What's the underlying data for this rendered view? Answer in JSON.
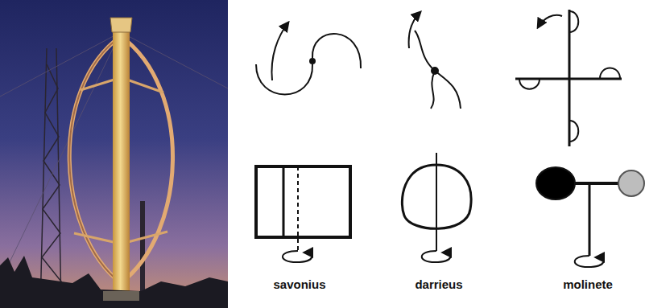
{
  "diagram": {
    "labels": [
      "savonius",
      "darrieus",
      "molinete"
    ]
  }
}
